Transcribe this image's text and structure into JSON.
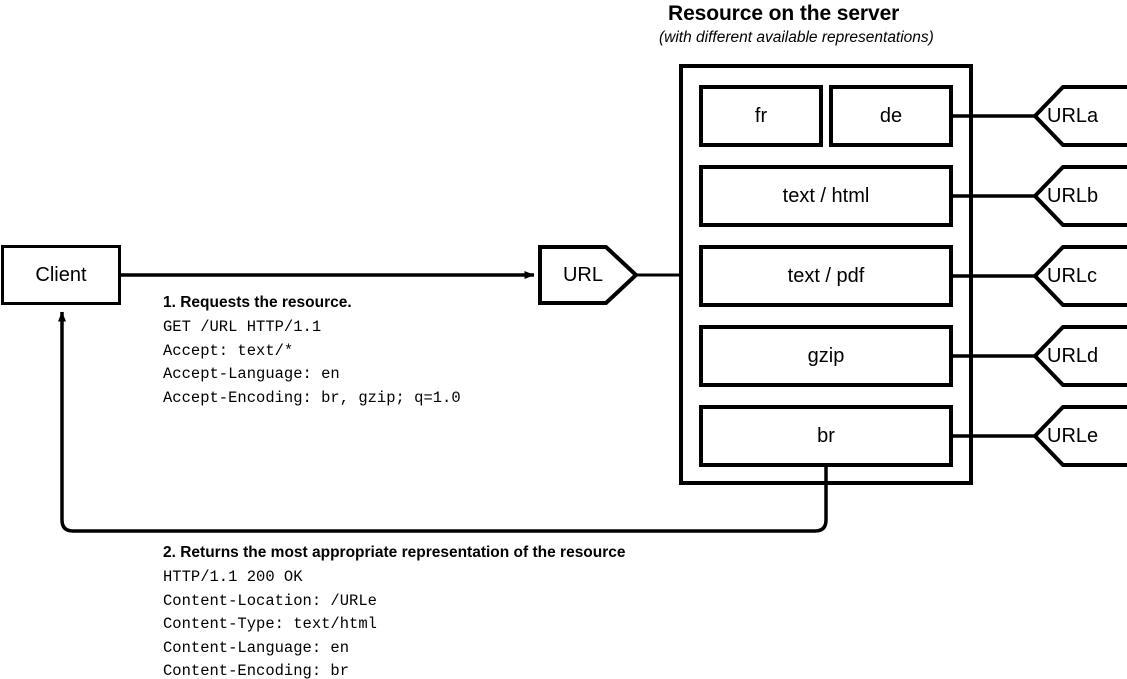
{
  "title": {
    "main": "Resource on the server",
    "sub": "(with different available representations)"
  },
  "nodes": {
    "client": {
      "label": "Client"
    },
    "url": {
      "label": "URL"
    }
  },
  "representations": [
    {
      "label": "fr",
      "variant": "half-left"
    },
    {
      "label": "de",
      "variant": "half-right"
    },
    {
      "label": "text / html",
      "variant": "full"
    },
    {
      "label": "text / pdf",
      "variant": "full"
    },
    {
      "label": "gzip",
      "variant": "full"
    },
    {
      "label": "br",
      "variant": "full"
    }
  ],
  "url_tags": [
    {
      "label": "URLa"
    },
    {
      "label": "URLb"
    },
    {
      "label": "URLc"
    },
    {
      "label": "URLd"
    },
    {
      "label": "URLe"
    }
  ],
  "request": {
    "heading": "1. Requests the resource.",
    "lines": "GET /URL HTTP/1.1\nAccept: text/*\nAccept-Language: en\nAccept-Encoding: br, gzip; q=1.0"
  },
  "response": {
    "heading": "2. Returns the most appropriate representation of the resource",
    "lines": "HTTP/1.1 200 OK\nContent-Location: /URLe\nContent-Type: text/html\nContent-Language: en\nContent-Encoding: br"
  },
  "colors": {
    "stroke": "#000000",
    "background": "#ffffff"
  }
}
